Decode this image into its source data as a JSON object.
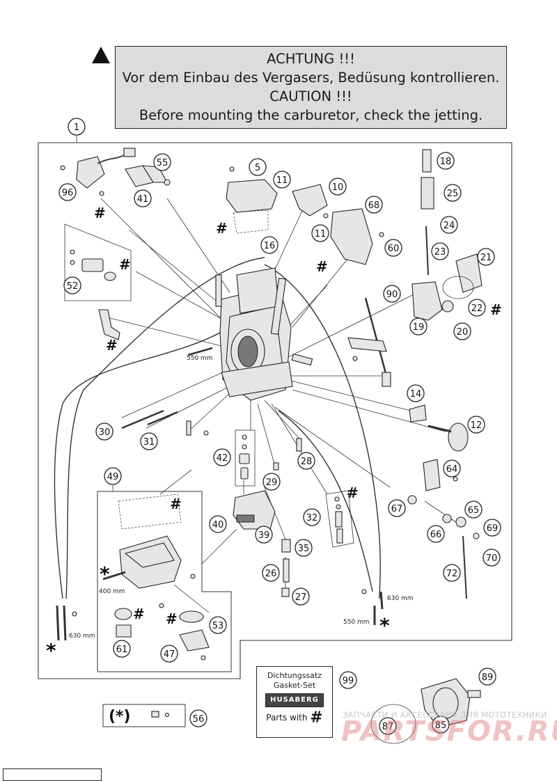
{
  "caution": {
    "line1": "ACHTUNG !!!",
    "line2": "Vor dem Einbau des Vergasers, Bedüsung kontrollieren.",
    "line3": "CAUTION !!!",
    "line4": "Before mounting the carburetor, check the jetting."
  },
  "callouts": {
    "c1": "1",
    "c5": "5",
    "c10": "10",
    "c11a": "11",
    "c11b": "11",
    "c12": "12",
    "c14": "14",
    "c16": "16",
    "c18": "18",
    "c19": "19",
    "c20": "20",
    "c21": "21",
    "c22": "22",
    "c23": "23",
    "c24": "24",
    "c25": "25",
    "c26": "26",
    "c27": "27",
    "c28": "28",
    "c29": "29",
    "c30": "30",
    "c31": "31",
    "c32": "32",
    "c35": "35",
    "c39": "39",
    "c40": "40",
    "c41": "41",
    "c42": "42",
    "c47": "47",
    "c49": "49",
    "c52": "52",
    "c53": "53",
    "c55": "55",
    "c56": "56",
    "c60": "60",
    "c61": "61",
    "c64": "64",
    "c65": "65",
    "c66": "66",
    "c67": "67",
    "c68": "68",
    "c69": "69",
    "c70": "70",
    "c72": "72",
    "c85": "85",
    "c87": "87",
    "c89": "89",
    "c90": "90",
    "c96": "96",
    "c99": "99"
  },
  "markers": {
    "hash": "#",
    "star": "*",
    "star_paren": "(*)"
  },
  "hoses": {
    "len550a": "550 mm",
    "len400": "400 mm",
    "len630a": "630 mm",
    "len630b": "630 mm",
    "len550b": "550 mm"
  },
  "gasket_set": {
    "line1": "Dichtungssatz",
    "line2": "Gasket-Set",
    "logo": "HUSABERG",
    "parts": "Parts with",
    "hash": "#"
  },
  "watermark": {
    "top": "ЗАПЧАСТИ И АКСЕССУАРЫ ДЛЯ МОТОТЕХНИКИ",
    "big": "PARTSFOR.RU"
  },
  "footer_code": "",
  "colors": {
    "caution_bg": "#dcdcdc",
    "line": "#222222",
    "watermark": "#e07878"
  }
}
